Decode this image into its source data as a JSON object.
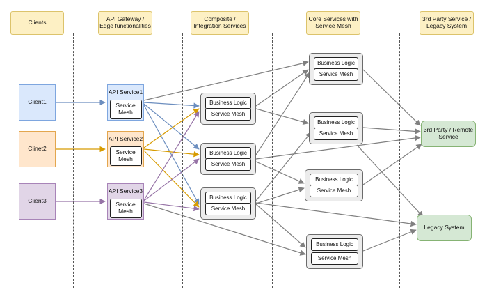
{
  "headers": {
    "clients": "Clients",
    "gateway": "API Gateway / Edge functionalities",
    "composite": "Composite / Integration Services",
    "core": "Core Services with Service Mesh",
    "third_party": "3rd Party Service / Legacy System"
  },
  "clients": [
    "Client1",
    "Clinet2",
    "Client3"
  ],
  "api_services": [
    {
      "title": "API Service1",
      "inner": "Service Mesh"
    },
    {
      "title": "API Service2",
      "inner": "Service Mesh"
    },
    {
      "title": "API Service3",
      "inner": "Service Mesh"
    }
  ],
  "composite_services": [
    {
      "top": "Business Logic",
      "bottom": "Service Mesh"
    },
    {
      "top": "Business Logic",
      "bottom": "Service Mesh"
    },
    {
      "top": "Business Logic",
      "bottom": "Service Mesh"
    }
  ],
  "core_services": [
    {
      "top": "Business Logic",
      "bottom": "Service Mesh"
    },
    {
      "top": "Business Logic",
      "bottom": "Service Mesh"
    },
    {
      "top": "Business Logic",
      "bottom": "Service Mesh"
    },
    {
      "top": "Business Logic",
      "bottom": "Service Mesh"
    }
  ],
  "external": {
    "third_party": "3rd Party / Remote Service",
    "legacy": "Legacy System"
  },
  "colors": {
    "client1_edge": "#6c8ebf",
    "client2_edge": "#d79b00",
    "client3_edge": "#9673a6",
    "default_edge": "#808080"
  }
}
